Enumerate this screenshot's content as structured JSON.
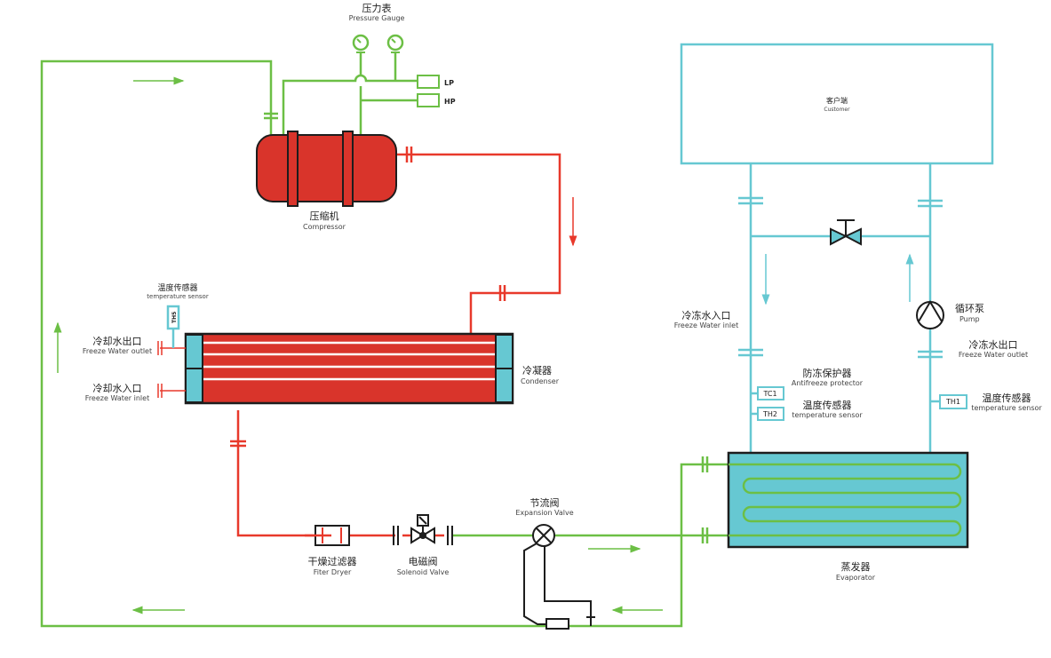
{
  "colors": {
    "refrigerant_low": "#6cbf45",
    "refrigerant_high": "#e8392b",
    "water": "#66c8d2",
    "compressor": "#d9342b",
    "outline": "#1d1d1d"
  },
  "pressure_gauge": {
    "cn": "压力表",
    "en": "Pressure Gauge"
  },
  "lp": "LP",
  "hp": "HP",
  "compressor": {
    "cn": "压缩机",
    "en": "Compressor"
  },
  "condenser": {
    "cn": "冷凝器",
    "en": "Condenser"
  },
  "condenser_sensor": {
    "cn": "温度传感器",
    "en": "temperature sensor",
    "tag": "TH5"
  },
  "condenser_outlet": {
    "cn": "冷却水出口",
    "en": "Freeze Water outlet"
  },
  "condenser_inlet": {
    "cn": "冷却水入口",
    "en": "Freeze Water inlet"
  },
  "filter_dryer": {
    "cn": "干燥过滤器",
    "en": "Fiter Dryer"
  },
  "solenoid_valve": {
    "cn": "电磁阀",
    "en": "Solenoid Valve"
  },
  "expansion_valve": {
    "cn": "节流阀",
    "en": "Expansion Valve"
  },
  "customer": {
    "cn": "客户端",
    "en": "Customer"
  },
  "chilled_inlet": {
    "cn": "冷冻水入口",
    "en": "Freeze Water inlet"
  },
  "pump": {
    "cn": "循环泵",
    "en": "Pump"
  },
  "chilled_outlet": {
    "cn": "冷冻水出口",
    "en": "Freeze Water outlet"
  },
  "antifreeze": {
    "cn": "防冻保护器",
    "en": "Antifreeze protector",
    "tag": "TC1"
  },
  "evap_sensor_in": {
    "cn": "温度传感器",
    "en": "temperature sensor",
    "tag": "TH2"
  },
  "evap_sensor_out": {
    "cn": "温度传感器",
    "en": "temperature sensor",
    "tag": "TH1"
  },
  "evaporator": {
    "cn": "蒸发器",
    "en": "Evaporator"
  }
}
